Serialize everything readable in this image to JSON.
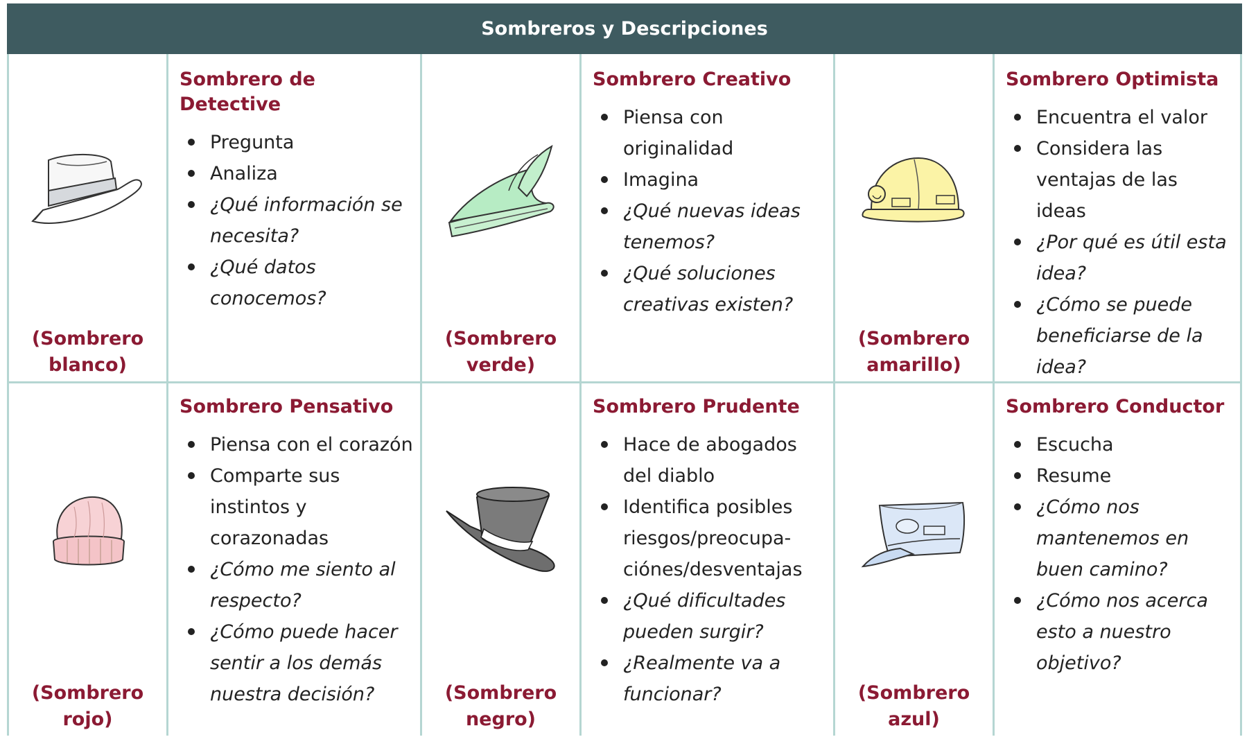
{
  "title": "Sombreros y Descripciones",
  "rows": [
    [
      {
        "caption": "(Sombrero\nblanco)",
        "icon": "white-fedora-hat-icon",
        "heading": "Sombrero de Detective",
        "items": [
          {
            "text": "Pregunta",
            "q": false
          },
          {
            "text": "Analiza",
            "q": false
          },
          {
            "text": "¿Qué información se necesita?",
            "q": true
          },
          {
            "text": "¿Qué datos conocemos?",
            "q": true
          }
        ]
      },
      {
        "caption": "(Sombrero\nverde)",
        "icon": "green-feather-hat-icon",
        "heading": "Sombrero Creativo",
        "items": [
          {
            "text": "Piensa con originalidad",
            "q": false
          },
          {
            "text": "Imagina",
            "q": false
          },
          {
            "text": "¿Qué nuevas ideas tenemos?",
            "q": true
          },
          {
            "text": "¿Qué soluciones creativas existen?",
            "q": true
          }
        ]
      },
      {
        "caption": "(Sombrero\namarillo)",
        "icon": "yellow-hard-hat-icon",
        "heading": "Sombrero Optimista",
        "items": [
          {
            "text": "Encuentra el valor",
            "q": false
          },
          {
            "text": "Considera las ventajas de las ideas",
            "q": false
          },
          {
            "text": "¿Por qué es útil esta idea?",
            "q": true
          },
          {
            "text": "¿Cómo se puede beneficiarse de la idea?",
            "q": true
          }
        ]
      }
    ],
    [
      {
        "caption": "(Sombrero\nrojo)",
        "icon": "red-beanie-hat-icon",
        "heading": "Sombrero Pensativo",
        "items": [
          {
            "text": "Piensa con el corazón",
            "q": false
          },
          {
            "text": "Comparte sus instintos y corazonadas",
            "q": false
          },
          {
            "text": "¿Cómo me siento al respecto?",
            "q": true
          },
          {
            "text": "¿Cómo puede hacer sentir a los demás nuestra decisión?",
            "q": true
          }
        ]
      },
      {
        "caption": "(Sombrero\nnegro)",
        "icon": "black-top-hat-icon",
        "heading": "Sombrero Prudente",
        "items": [
          {
            "text": "Hace de abogados del diablo",
            "q": false
          },
          {
            "text": "Identifica posibles riesgos/preocupa-ciónes/desventajas",
            "q": false
          },
          {
            "text": "¿Qué dificultades pueden surgir?",
            "q": true
          },
          {
            "text": "¿Realmente va a funcionar?",
            "q": true
          }
        ]
      },
      {
        "caption": "(Sombrero\nazul)",
        "icon": "blue-conductor-cap-icon",
        "heading": "Sombrero Conductor",
        "items": [
          {
            "text": "Escucha",
            "q": false
          },
          {
            "text": "Resume",
            "q": false
          },
          {
            "text": "¿Cómo nos mantenemos en buen camino?",
            "q": true
          },
          {
            "text": "¿Cómo nos acerca esto a nuestro objetivo?",
            "q": true
          }
        ]
      }
    ]
  ]
}
